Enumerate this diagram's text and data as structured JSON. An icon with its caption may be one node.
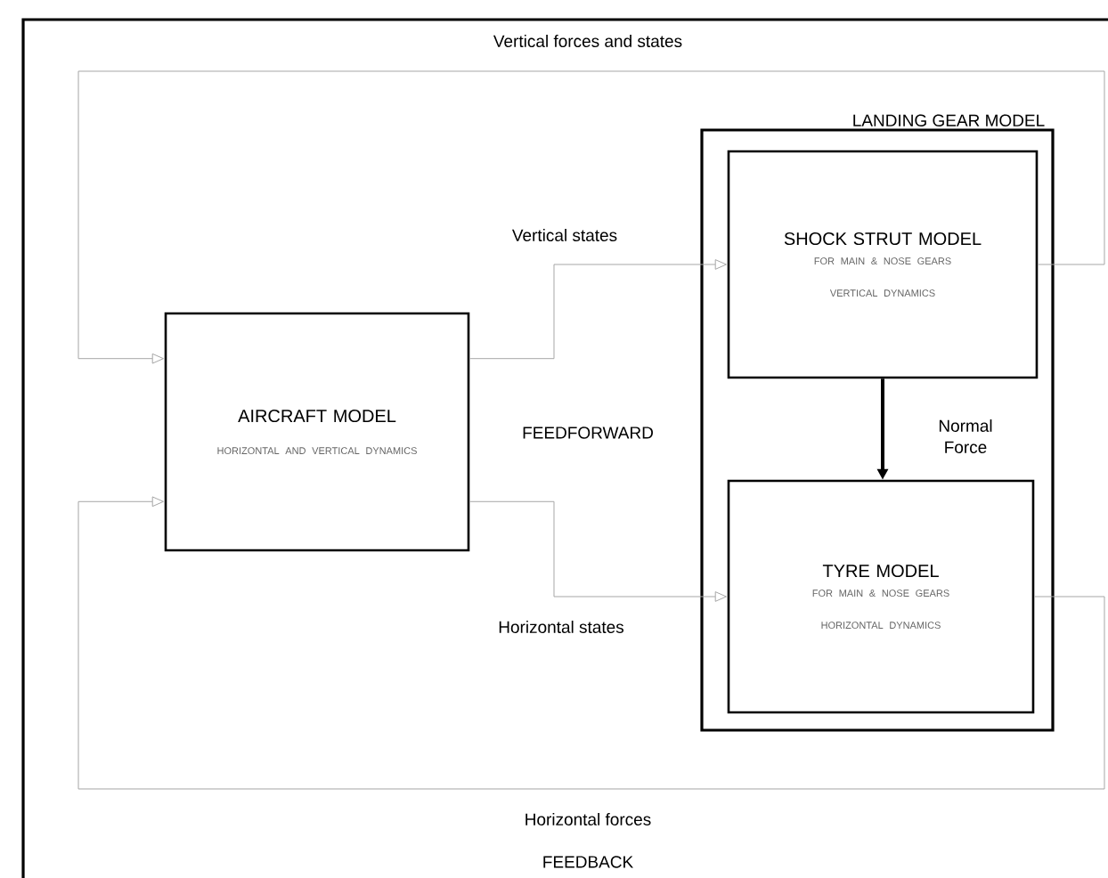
{
  "diagram": {
    "nodes": [
      {
        "text": [
          "AIRCRAFT MODEL",
          "HORIZONTAL AND VERTICAL DYNAMICS"
        ]
      },
      {
        "text": [
          "LANDING GEAR MODEL"
        ]
      },
      {
        "text": [
          "SHOCK STRUT MODEL",
          "FOR MAIN & NOSE GEARS",
          "VERTICAL DYNAMICS"
        ],
        "in": 1
      },
      {
        "text": [
          "TYRE MODEL",
          "FOR MAIN & NOSE GEARS",
          "HORIZONTAL DYNAMICS"
        ],
        "in": 1
      }
    ],
    "edges": [
      {
        "from": 0,
        "to": 2,
        "arrow": "to",
        "label": "Vertical states"
      },
      {
        "from": 0,
        "to": 3,
        "arrow": "to",
        "label": "Horizontal states"
      },
      {
        "from": 2,
        "to": 3,
        "arrow": "to",
        "label": "Normal Force",
        "style": "thick",
        "color": "#000000"
      },
      {
        "from": 2,
        "to": 0,
        "arrow": "to",
        "label": "Vertical forces and states"
      },
      {
        "from": 3,
        "to": 0,
        "arrow": "to",
        "label": "Horizontal forces"
      }
    ],
    "labels": [
      "FEEDFORWARD",
      "FEEDBACK"
    ]
  }
}
